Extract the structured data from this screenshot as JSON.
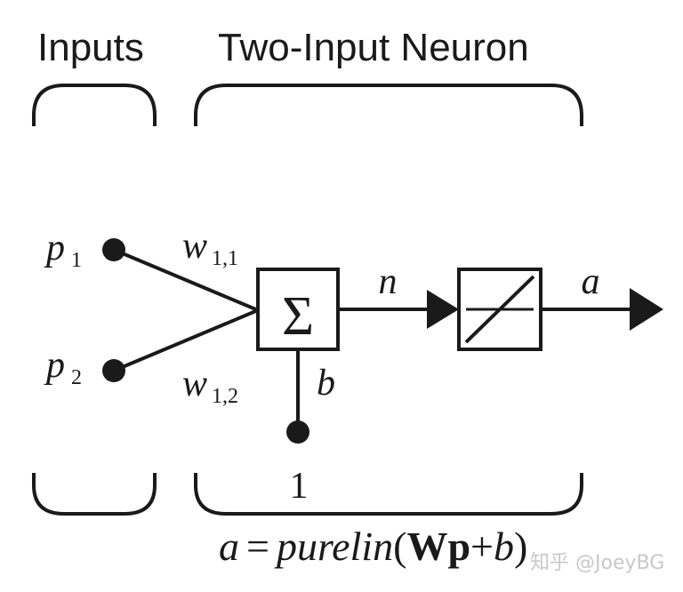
{
  "headers": {
    "inputs": "Inputs",
    "neuron": "Two-Input Neuron"
  },
  "inputs": [
    {
      "symbol": "p",
      "subscript": "1"
    },
    {
      "symbol": "p",
      "subscript": "2"
    }
  ],
  "weights": [
    {
      "symbol": "w",
      "subscript": "1,1"
    },
    {
      "symbol": "w",
      "subscript": "1,2"
    }
  ],
  "summation_symbol": "Σ",
  "net_input_label": "n",
  "output_label": "a",
  "bias_label": "b",
  "bias_input_value": "1",
  "equation": {
    "lhs": "a",
    "equals": "=",
    "func": "purelin",
    "open_paren": "(",
    "W": "W",
    "p": "p",
    "plus": "+",
    "b": "b",
    "close_paren": ")"
  },
  "watermark": "知乎 @JoeyBG"
}
